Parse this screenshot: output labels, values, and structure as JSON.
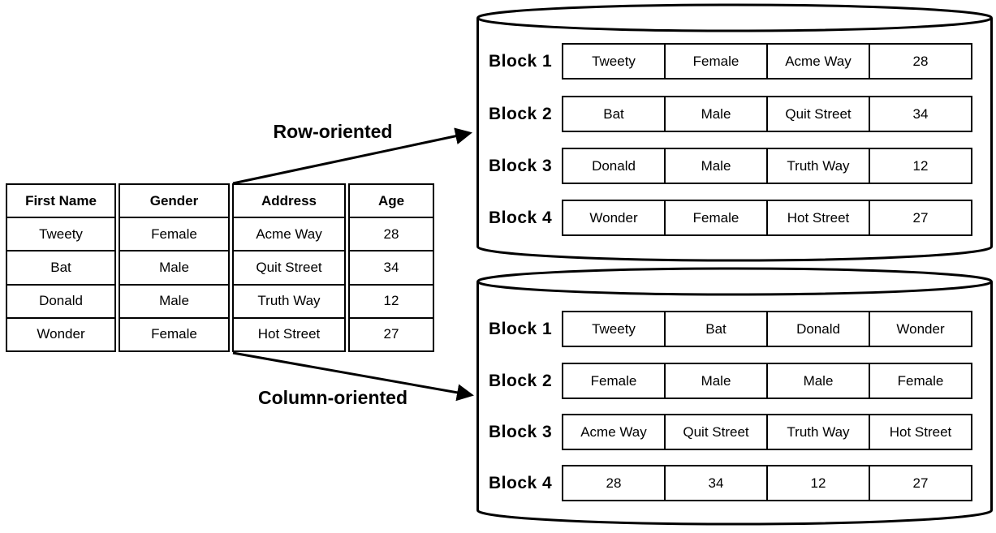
{
  "source_table": {
    "headers": [
      "First Name",
      "Gender",
      "Address",
      "Age"
    ],
    "rows": [
      [
        "Tweety",
        "Female",
        "Acme Way",
        "28"
      ],
      [
        "Bat",
        "Male",
        "Quit Street",
        "34"
      ],
      [
        "Donald",
        "Male",
        "Truth Way",
        "12"
      ],
      [
        "Wonder",
        "Female",
        "Hot Street",
        "27"
      ]
    ]
  },
  "labels": {
    "row_oriented": "Row-oriented",
    "column_oriented": "Column-oriented"
  },
  "row_store": {
    "blocks": [
      {
        "label": "Block 1",
        "cells": [
          "Tweety",
          "Female",
          "Acme Way",
          "28"
        ]
      },
      {
        "label": "Block 2",
        "cells": [
          "Bat",
          "Male",
          "Quit Street",
          "34"
        ]
      },
      {
        "label": "Block 3",
        "cells": [
          "Donald",
          "Male",
          "Truth Way",
          "12"
        ]
      },
      {
        "label": "Block 4",
        "cells": [
          "Wonder",
          "Female",
          "Hot Street",
          "27"
        ]
      }
    ]
  },
  "column_store": {
    "blocks": [
      {
        "label": "Block 1",
        "cells": [
          "Tweety",
          "Bat",
          "Donald",
          "Wonder"
        ]
      },
      {
        "label": "Block 2",
        "cells": [
          "Female",
          "Male",
          "Male",
          "Female"
        ]
      },
      {
        "label": "Block 3",
        "cells": [
          "Acme Way",
          "Quit Street",
          "Truth Way",
          "Hot Street"
        ]
      },
      {
        "label": "Block 4",
        "cells": [
          "28",
          "34",
          "12",
          "27"
        ]
      }
    ]
  },
  "colors": {
    "ink": "#000000",
    "background": "#ffffff"
  }
}
